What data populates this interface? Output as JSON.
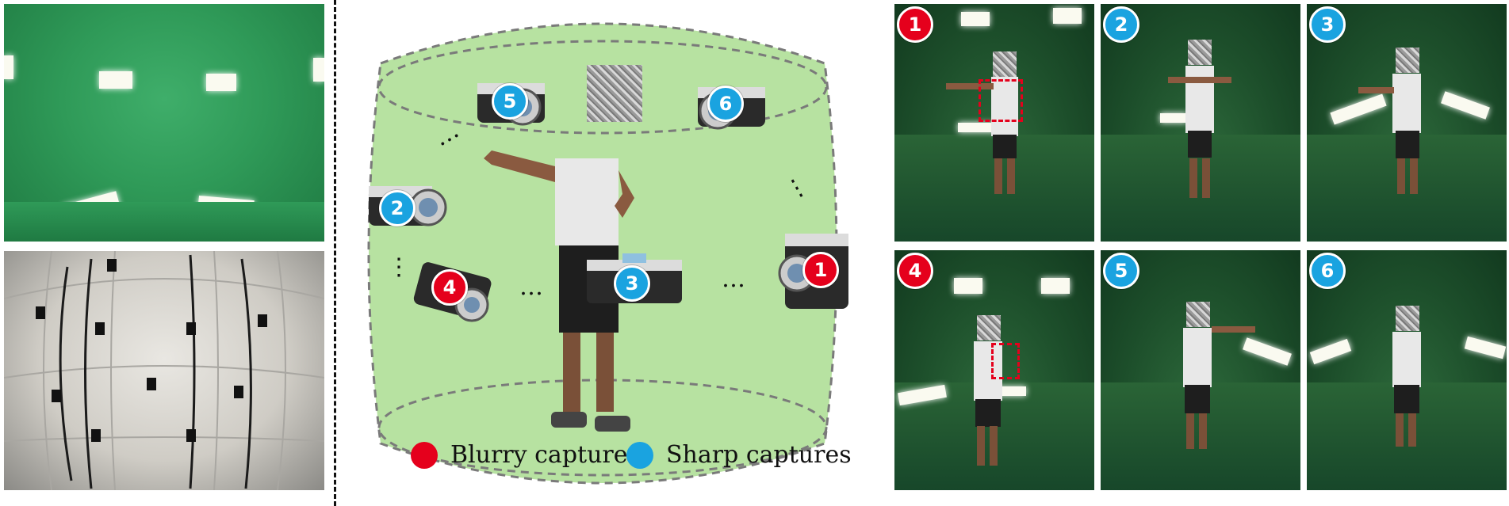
{
  "legend": {
    "blurry_label": "Blurry captures",
    "sharp_label": "Sharp captures",
    "blurry_color": "#e5001c",
    "sharp_color": "#1aa3e0"
  },
  "cameras": [
    {
      "number": "1",
      "status": "blurry"
    },
    {
      "number": "2",
      "status": "sharp"
    },
    {
      "number": "3",
      "status": "sharp"
    },
    {
      "number": "4",
      "status": "blurry"
    },
    {
      "number": "5",
      "status": "sharp"
    },
    {
      "number": "6",
      "status": "sharp"
    }
  ],
  "views": [
    {
      "number": "1",
      "status": "blurry"
    },
    {
      "number": "2",
      "status": "sharp"
    },
    {
      "number": "3",
      "status": "sharp"
    },
    {
      "number": "4",
      "status": "blurry"
    },
    {
      "number": "5",
      "status": "sharp"
    },
    {
      "number": "6",
      "status": "sharp"
    }
  ],
  "ellipsis": "…",
  "ellipsis_vertical": "⋮"
}
